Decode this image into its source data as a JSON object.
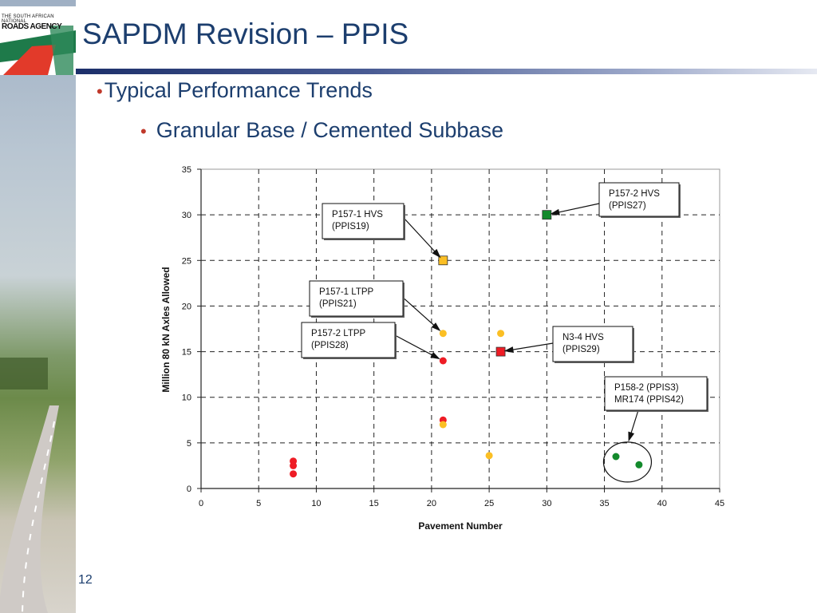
{
  "slide": {
    "logo_line1": "THE SOUTH AFRICAN NATIONAL",
    "logo_line2": "ROADS AGENCY",
    "title": "SAPDM Revision – PPIS",
    "bullet1": "Typical Performance Trends",
    "bullet2": "Granular Base / Cemented Subbase",
    "page_number": "12",
    "colors": {
      "title": "#1c3e6e",
      "bullet": "#c0392b",
      "orange": "#fbbf24",
      "red": "#ee1c25",
      "green": "#138a2c"
    }
  },
  "chart_data": {
    "type": "scatter",
    "title": "",
    "xlabel": "Pavement Number",
    "ylabel": "Million 80 kN Axles Allowed",
    "xlim": [
      0,
      45
    ],
    "ylim": [
      0,
      35
    ],
    "xticks": [
      "0",
      "5",
      "10",
      "15",
      "20",
      "25",
      "30",
      "35",
      "40",
      "45"
    ],
    "yticks": [
      "0",
      "5",
      "10",
      "15",
      "20",
      "25",
      "30",
      "35"
    ],
    "grid": "dashed",
    "points": [
      {
        "x": 8,
        "y": 3.0,
        "color": "red",
        "marker": "circle"
      },
      {
        "x": 8,
        "y": 2.5,
        "color": "red",
        "marker": "circle"
      },
      {
        "x": 8,
        "y": 1.6,
        "color": "red",
        "marker": "circle"
      },
      {
        "x": 21,
        "y": 25,
        "color": "orange",
        "marker": "square"
      },
      {
        "x": 21,
        "y": 17,
        "color": "orange",
        "marker": "circle"
      },
      {
        "x": 21,
        "y": 14,
        "color": "red",
        "marker": "circle"
      },
      {
        "x": 21,
        "y": 7.5,
        "color": "red",
        "marker": "circle"
      },
      {
        "x": 21,
        "y": 7.0,
        "color": "orange",
        "marker": "circle"
      },
      {
        "x": 25,
        "y": 3.6,
        "color": "orange",
        "marker": "circle"
      },
      {
        "x": 26,
        "y": 17,
        "color": "orange",
        "marker": "circle"
      },
      {
        "x": 26,
        "y": 15,
        "color": "red",
        "marker": "square"
      },
      {
        "x": 30,
        "y": 30,
        "color": "green",
        "marker": "square"
      },
      {
        "x": 36,
        "y": 3.5,
        "color": "green",
        "marker": "circle"
      },
      {
        "x": 38,
        "y": 2.6,
        "color": "green",
        "marker": "circle"
      }
    ],
    "annotations": [
      {
        "lines": [
          "P157-1 HVS",
          "(PPIS19)"
        ],
        "target": [
          21,
          25
        ]
      },
      {
        "lines": [
          "P157-1 LTPP",
          "(PPIS21)"
        ],
        "target": [
          21,
          17
        ]
      },
      {
        "lines": [
          "P157-2 LTPP",
          "(PPIS28)"
        ],
        "target": [
          21,
          14
        ]
      },
      {
        "lines": [
          "P157-2 HVS",
          "(PPIS27)"
        ],
        "target": [
          30,
          30
        ]
      },
      {
        "lines": [
          "N3-4 HVS",
          "(PPIS29)"
        ],
        "target": [
          26,
          15
        ]
      },
      {
        "lines": [
          "P158-2 (PPIS3)",
          "MR174 (PPIS42)"
        ],
        "target": [
          37,
          4.8
        ]
      }
    ]
  }
}
